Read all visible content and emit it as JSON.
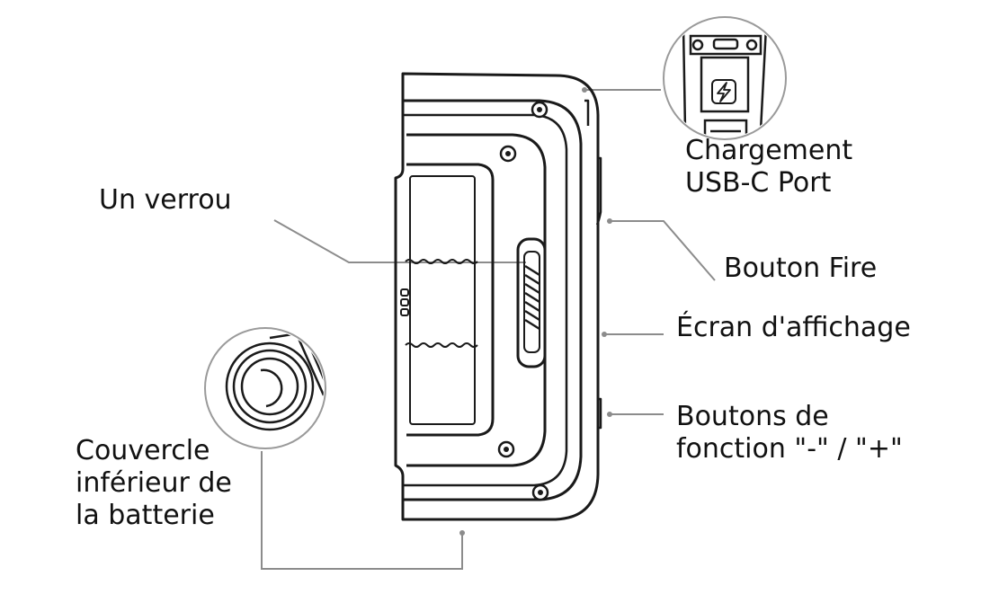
{
  "colors": {
    "outline": "#1a1a1a",
    "leader_line": "#8c8c8c",
    "callout_circle": "#9a9a9a",
    "background": "#ffffff"
  },
  "labels": {
    "usb_port": {
      "line1": "Chargement",
      "line2": "USB-C Port"
    },
    "lock": "Un verrou",
    "fire_button": "Bouton Fire",
    "display": "Écran d'affichage",
    "function_buttons": {
      "line1": "Boutons de",
      "line2": "fonction \"-\" / \"+\""
    },
    "battery_cover": {
      "line1": "Couvercle",
      "line2": "inférieur de",
      "line3": "la batterie"
    }
  },
  "icons": {
    "usb_callout": "lightning-bolt-icon",
    "battery_callout": "battery-cap-icon",
    "screw": "screw-icon"
  }
}
